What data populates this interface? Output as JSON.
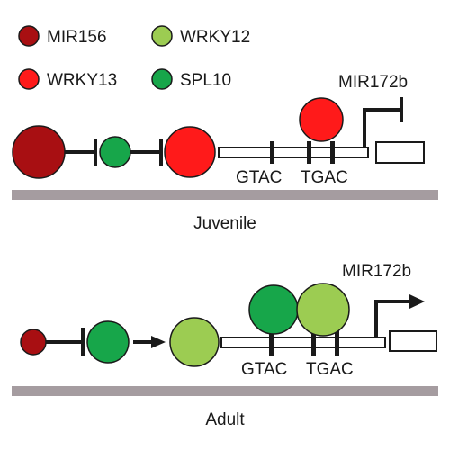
{
  "colors": {
    "mir156": "#a80f12",
    "wrky13": "#ff1a1a",
    "spl10": "#17a64a",
    "wrky12": "#9ccc52",
    "ground": "#a59ca0",
    "line": "#1a1a1a"
  },
  "legend": {
    "mir156": "MIR156",
    "wrky12": "WRKY12",
    "wrky13": "WRKY13",
    "spl10": "SPL10"
  },
  "juvenile": {
    "gene": "MIR172b",
    "motif_gtac": "GTAC",
    "motif_tgac": "TGAC",
    "stage_label": "Juvenile"
  },
  "adult": {
    "gene": "MIR172b",
    "motif_gtac": "GTAC",
    "motif_tgac": "TGAC",
    "stage_label": "Adult"
  }
}
